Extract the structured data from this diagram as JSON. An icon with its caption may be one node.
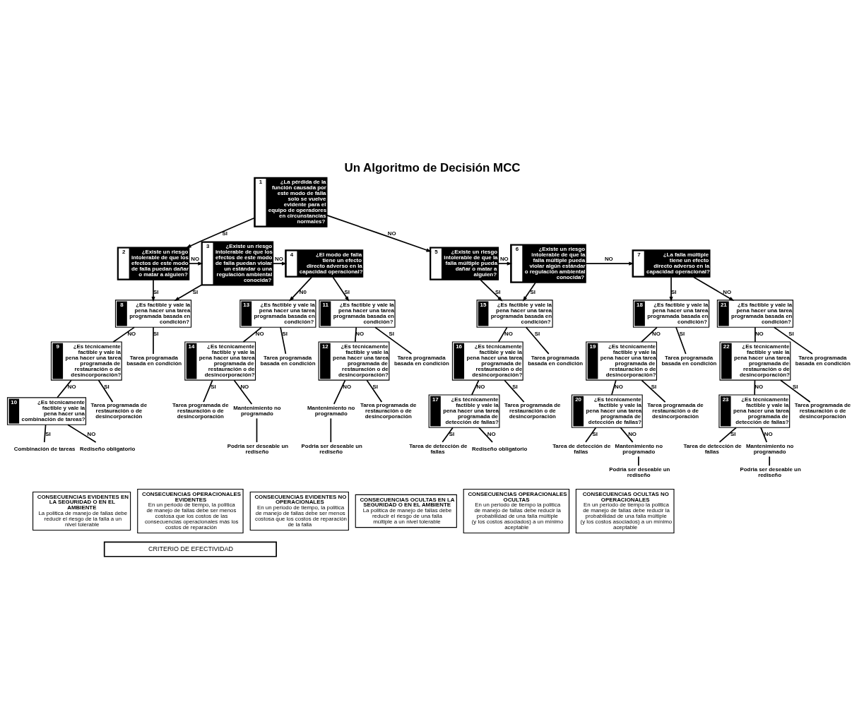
{
  "diagram": {
    "title": "Un Algoritmo de Decisión MCC",
    "nodes": [
      {
        "text": [
          "1",
          "¿La pérdida de la función causada por este modo de falla solo se vuelve evidente para el equipo de operadores en circunstancias normales?"
        ]
      },
      {
        "text": [
          "2",
          "¿Existe un riesgo intolerable de que los efectos de este modo de falla puedan dañar o matar a alguien?"
        ]
      },
      {
        "text": [
          "3",
          "¿Existe un riesgo intolerable de que los efectos de este modo de falla puedan violar un estándar o una regulación ambiental conocida?"
        ]
      },
      {
        "text": [
          "4",
          "¿El modo de falla tiene un efecto directo adverso en la capacidad operacional?"
        ]
      },
      {
        "text": [
          "5",
          "¿Existe un riesgo intolerable de que la falla múltiple pueda dañar o matar a alguien?"
        ]
      },
      {
        "text": [
          "6",
          "¿Existe un riesgo intolerable de que la falla múltiple pueda violar algún estándar o regulación ambiental conocida?"
        ]
      },
      {
        "text": [
          "7",
          "¿La falla múltiple tiene un efecto directo adverso en la capacidad operacional?"
        ]
      },
      {
        "text": [
          "8",
          "¿Es factible y vale la pena hacer una tarea programada basada en condición?"
        ]
      },
      {
        "text": [
          "9",
          "¿Es técnicamente factible y vale la pena hacer una tarea programada de restauración o de desincorporación?"
        ]
      },
      {
        "text": [
          "10",
          "¿Es técnicamente factible y vale la pena hacer una combinación de tareas?"
        ]
      },
      {
        "text": [
          "11",
          "¿Es factible y vale la pena hacer una tarea programada basada en condición?"
        ]
      },
      {
        "text": [
          "12",
          "¿Es técnicamente factible y vale la pena hacer una tarea programada de restauración o de desincorporación?"
        ]
      },
      {
        "text": [
          "13",
          "¿Es factible y vale la pena hacer una tarea programada basada en condición?"
        ]
      },
      {
        "text": [
          "14",
          "¿Es técnicamente factible y vale la pena hacer una tarea programada de restauración o de desincorporación?"
        ]
      },
      {
        "text": [
          "15",
          "¿Es factible y vale la pena hacer una tarea programada basada en condición?"
        ]
      },
      {
        "text": [
          "16",
          "¿Es técnicamente factible y vale la pena hacer una tarea programada de restauración o de desincorporación?"
        ]
      },
      {
        "text": [
          "17",
          "¿Es técnicamente factible y vale la pena hacer una tarea programada de detección de fallas?"
        ]
      },
      {
        "text": [
          "18",
          "¿Es factible y vale la pena hacer una tarea programada basada en condición?"
        ]
      },
      {
        "text": [
          "19",
          "¿Es técnicamente factible y vale la pena hacer una tarea programada de restauración o de desincorporación?"
        ]
      },
      {
        "text": [
          "20",
          "¿Es técnicamente factible y vale la pena hacer una tarea programada de detección de fallas?"
        ]
      },
      {
        "text": [
          "21",
          "¿Es factible y vale la pena hacer una tarea programada basada en condición?"
        ]
      },
      {
        "text": [
          "22",
          "¿Es técnicamente factible y vale la pena hacer una tarea programada de restauración o de desincorporación?"
        ]
      },
      {
        "text": [
          "23",
          "¿Es técnicamente factible y vale la pena hacer una tarea programada de detección de fallas?"
        ]
      },
      {
        "text": [
          "Tarea programada basada en condición"
        ]
      },
      {
        "text": [
          "Tarea programada de restauración o de desincorporación"
        ]
      },
      {
        "text": [
          "Combinación de tareas"
        ]
      },
      {
        "text": [
          "Rediseño obligatorio"
        ]
      },
      {
        "text": [
          "Tarea programada basada en condición"
        ]
      },
      {
        "text": [
          "Tarea programada de restauración o de desincorporación"
        ]
      },
      {
        "text": [
          "Mantenimiento no programado"
        ]
      },
      {
        "text": [
          "Podria ser deseable un rediseño"
        ]
      },
      {
        "text": [
          "Tarea programada basada en condición"
        ]
      },
      {
        "text": [
          "Tarea programada de restauración o de desincorporación"
        ]
      },
      {
        "text": [
          "Mantenimiento no programado"
        ]
      },
      {
        "text": [
          "Podria ser deseable un rediseño"
        ]
      },
      {
        "text": [
          "Tarea programada basada en condición"
        ]
      },
      {
        "text": [
          "Tarea programada de restauración o de desincorporación"
        ]
      },
      {
        "text": [
          "Tarea de detección de fallas"
        ]
      },
      {
        "text": [
          "Rediseño obligatorio"
        ]
      },
      {
        "text": [
          "Tarea programada basada en condición"
        ]
      },
      {
        "text": [
          "Tarea programada de restauración o de desincorporación"
        ]
      },
      {
        "text": [
          "Tarea de detección de fallas"
        ]
      },
      {
        "text": [
          "Mantenimiento no programado"
        ]
      },
      {
        "text": [
          "Podria ser deseable un rediseño"
        ]
      },
      {
        "text": [
          "Tarea programada basada en condición"
        ]
      },
      {
        "text": [
          "Tarea programada de restauración o de desincorporación"
        ]
      },
      {
        "text": [
          "Tarea de detección de fallas"
        ]
      },
      {
        "text": [
          "Mantenimiento no programado"
        ]
      },
      {
        "text": [
          "Podria ser deseable un rediseño"
        ]
      },
      {
        "text": [
          "CONSECUENCIAS EVIDENTES EN LA SEGURIDAD O EN EL AMBIENTE",
          "La politica de manejo de fallas debe reducir el riesgo de la falla a un nivel tolerable"
        ]
      },
      {
        "text": [
          "CONSECUENCIAS OPERACIONALES EVIDENTES",
          "En un periodo de tiempo, la politica de manejo de fallas debe ser menos costosa que los costos de las consecuencias operacionales más los costos de reparación"
        ]
      },
      {
        "text": [
          "CONSECUENCIAS EVIDENTES NO OPERACIONALES",
          "En un periodo de tiempo, la politica de manejo de fallas debe ser menos costosa que los costos de reparación de la falla"
        ]
      },
      {
        "text": [
          "CONSECUENCIAS OCULTAS EN LA SEGURIDAD O EN EL AMBIENTE",
          "La politica de manejo de fallas debe reducir el riesgo de una falla múltiple a un nivel tolerable"
        ]
      },
      {
        "text": [
          "CONSECUENCIAS OPERACIONALES OCULTAS",
          "En un periodo de tiempo la politica de manejo de fallas debe reducir la probabilidad de una falla múltiple (y los costos asociados) a un mínimo aceptable"
        ]
      },
      {
        "text": [
          "CONSECUENCIAS OCULTAS NO OPERACIONALES",
          "En un periodo de tiempo la politica de manejo de fallas debe reducir la probabilidad de una falla múltiple (y los costos asociados) a un mínimo aceptable"
        ]
      },
      {
        "text": [
          "CRITERIO DE EFECTIVIDAD"
        ]
      }
    ],
    "edges": [
      {
        "from": 0,
        "to": 1,
        "arrow": "to",
        "label": "SI"
      },
      {
        "from": 0,
        "to": 4,
        "arrow": "to",
        "label": "NO"
      },
      {
        "from": 1,
        "to": 7,
        "arrow": "to",
        "label": "SI"
      },
      {
        "from": 1,
        "to": 2,
        "arrow": "to",
        "label": "NO"
      },
      {
        "from": 2,
        "to": 7,
        "arrow": "to",
        "label": "SI"
      },
      {
        "from": 2,
        "to": 3,
        "arrow": "to",
        "label": "NO"
      },
      {
        "from": 3,
        "to": 10,
        "arrow": "to",
        "label": "SI"
      },
      {
        "from": 3,
        "to": 12,
        "arrow": "to",
        "label": "N0"
      },
      {
        "from": 4,
        "to": 14,
        "arrow": "to",
        "label": "SI"
      },
      {
        "from": 4,
        "to": 5,
        "arrow": "to",
        "label": "NO"
      },
      {
        "from": 5,
        "to": 14,
        "arrow": "to",
        "label": "SI"
      },
      {
        "from": 5,
        "to": 6,
        "arrow": "to",
        "label": "NO"
      },
      {
        "from": 6,
        "to": 17,
        "arrow": "to",
        "label": "SI"
      },
      {
        "from": 6,
        "to": 20,
        "arrow": "to",
        "label": "NO"
      },
      {
        "from": 7,
        "to": 23,
        "arrow": "none",
        "label": "SI"
      },
      {
        "from": 7,
        "to": 8,
        "arrow": "none",
        "label": "NO"
      },
      {
        "from": 8,
        "to": 24,
        "arrow": "none",
        "label": "SI"
      },
      {
        "from": 8,
        "to": 9,
        "arrow": "none",
        "label": "NO"
      },
      {
        "from": 9,
        "to": 25,
        "arrow": "none",
        "label": "SI"
      },
      {
        "from": 9,
        "to": 26,
        "arrow": "none",
        "label": "NO"
      },
      {
        "from": 10,
        "to": 27,
        "arrow": "none",
        "label": "SI"
      },
      {
        "from": 10,
        "to": 11,
        "arrow": "none",
        "label": "NO"
      },
      {
        "from": 11,
        "to": 28,
        "arrow": "none",
        "label": "SI"
      },
      {
        "from": 11,
        "to": 29,
        "arrow": "none",
        "label": "NO"
      },
      {
        "from": 29,
        "to": 30,
        "arrow": "none"
      },
      {
        "from": 12,
        "to": 31,
        "arrow": "none",
        "label": "SI"
      },
      {
        "from": 12,
        "to": 13,
        "arrow": "none",
        "label": "NO"
      },
      {
        "from": 13,
        "to": 32,
        "arrow": "none",
        "label": "SI"
      },
      {
        "from": 13,
        "to": 33,
        "arrow": "none",
        "label": "NO"
      },
      {
        "from": 33,
        "to": 34,
        "arrow": "none"
      },
      {
        "from": 14,
        "to": 35,
        "arrow": "none",
        "label": "SI"
      },
      {
        "from": 14,
        "to": 15,
        "arrow": "none",
        "label": "NO"
      },
      {
        "from": 15,
        "to": 36,
        "arrow": "none",
        "label": "SI"
      },
      {
        "from": 15,
        "to": 16,
        "arrow": "none",
        "label": "NO"
      },
      {
        "from": 16,
        "to": 37,
        "arrow": "none",
        "label": "SI"
      },
      {
        "from": 16,
        "to": 38,
        "arrow": "none",
        "label": "NO"
      },
      {
        "from": 17,
        "to": 39,
        "arrow": "none",
        "label": "SI"
      },
      {
        "from": 17,
        "to": 18,
        "arrow": "none",
        "label": "NO"
      },
      {
        "from": 18,
        "to": 40,
        "arrow": "none",
        "label": "SI"
      },
      {
        "from": 18,
        "to": 19,
        "arrow": "none",
        "label": "NO"
      },
      {
        "from": 19,
        "to": 41,
        "arrow": "none",
        "label": "SI"
      },
      {
        "from": 19,
        "to": 42,
        "arrow": "none",
        "label": "NO"
      },
      {
        "from": 42,
        "to": 43,
        "arrow": "none"
      },
      {
        "from": 20,
        "to": 44,
        "arrow": "none",
        "label": "SI"
      },
      {
        "from": 20,
        "to": 21,
        "arrow": "none",
        "label": "NO"
      },
      {
        "from": 21,
        "to": 45,
        "arrow": "none",
        "label": "SI"
      },
      {
        "from": 21,
        "to": 22,
        "arrow": "none",
        "label": "NO"
      },
      {
        "from": 22,
        "to": 46,
        "arrow": "none",
        "label": "SI"
      },
      {
        "from": 22,
        "to": 47,
        "arrow": "none",
        "label": "NO"
      },
      {
        "from": 47,
        "to": 48,
        "arrow": "none"
      }
    ]
  }
}
